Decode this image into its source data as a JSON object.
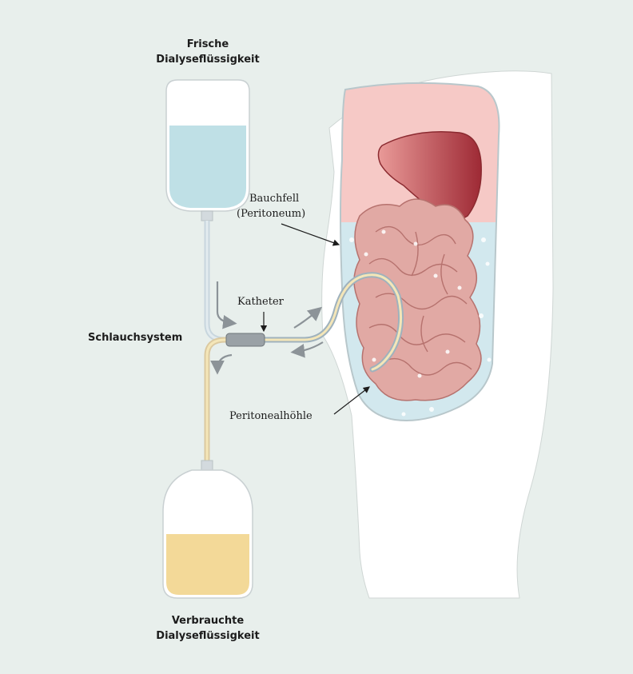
{
  "labels": {
    "fresh_fluid_line1": "Frische",
    "fresh_fluid_line2": "Dialyseflüssigkeit",
    "peritoneum_line1": "Bauchfell",
    "peritoneum_line2": "(Peritoneum)",
    "catheter": "Katheter",
    "tubing_system": "Schlauchsystem",
    "peritoneal_cavity": "Peritonealhöhle",
    "used_fluid_line1": "Verbrauchte",
    "used_fluid_line2": "Dialyseflüssigkeit"
  },
  "colors": {
    "background": "#e8efec",
    "frame": "#ffffff",
    "fresh_fluid": "#bfe0e6",
    "used_fluid": "#f3d998",
    "cavity_fluid": "#d2e8ee",
    "upper_cavity": "#f6c9c6",
    "intestine": "#e1a9a4",
    "liver": "#b9474d",
    "tube": "#c8d6de",
    "arrow": "#8c9398"
  }
}
